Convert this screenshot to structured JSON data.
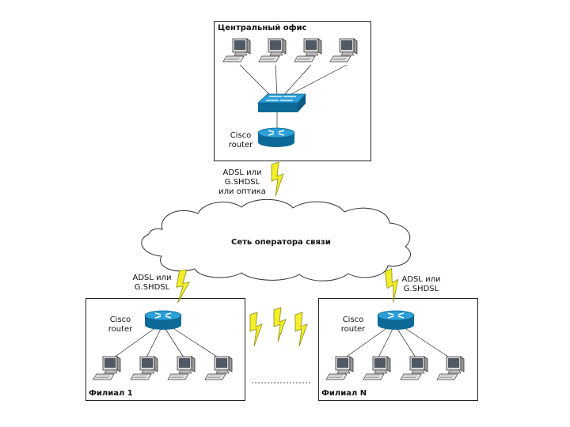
{
  "central_office": {
    "title": "Центральный офис",
    "router_label": "Cisco\nrouter"
  },
  "uplink_central": {
    "label": "ADSL или\nG.SHDSL\nили оптика"
  },
  "operator_cloud": {
    "label": "Сеть оператора связи"
  },
  "branch_1": {
    "title": "Филиал 1",
    "router_label": "Cisco\nrouter",
    "link_label": "ADSL или\nG.SHDSL"
  },
  "branch_n": {
    "title": "Филиал N",
    "router_label": "Cisco\nrouter",
    "link_label": "ADSL или\nG.SHDSL"
  },
  "colors": {
    "device_blue": "#1f8fc6",
    "device_dark": "#0d6a98",
    "lightning": "#f2ef2a",
    "lightning_stroke": "#8a8a10",
    "cloud_fill": "#ffffff",
    "line": "#222222"
  }
}
